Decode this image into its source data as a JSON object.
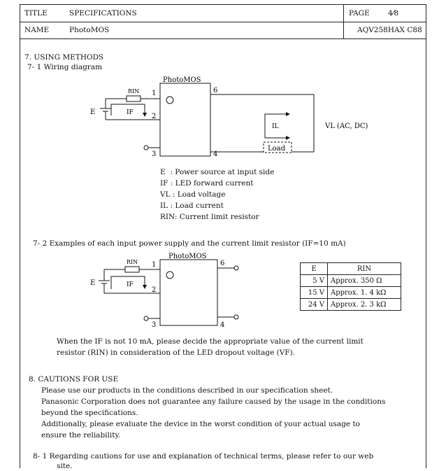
{
  "header": {
    "title_label": "TITLE",
    "title_value": "SPECIFICATIONS",
    "page_label": "PAGE",
    "page_value": "4⁄8",
    "name_label": "NAME",
    "name_value": "PhotoMOS",
    "part_number": "AQV258HAX C88"
  },
  "section7": {
    "heading": "7. USING METHODS",
    "sub1": "7- 1 Wiring diagram",
    "diagram1": {
      "device": "PhotoMOS",
      "rin": "RIN",
      "e": "E",
      "if": "IF",
      "il": "IL",
      "vl": "VL (AC, DC)",
      "load": "Load",
      "pin1": "1",
      "pin2": "2",
      "pin3": "3",
      "pin4": "4",
      "pin6": "6"
    },
    "legend": [
      "E  : Power source at input side",
      "IF : LED forward current",
      "VL : Load voltage",
      "IL : Load current",
      "RIN: Current limit resistor"
    ],
    "sub2": "7- 2 Examples of each input power supply and the current limit resistor (IF=10 mA)",
    "diagram2": {
      "device": "PhotoMOS",
      "rin": "RIN",
      "e": "E",
      "if": "IF",
      "pin1": "1",
      "pin2": "2",
      "pin3": "3",
      "pin4": "4",
      "pin6": "6"
    },
    "table": {
      "headers": [
        "E",
        "RIN"
      ],
      "rows": [
        [
          "5 V",
          "Approx.  350 Ω"
        ],
        [
          "15 V",
          "Approx.  1. 4 kΩ"
        ],
        [
          "24 V",
          "Approx.  2. 3 kΩ"
        ]
      ]
    },
    "note_line1": "When the IF is not 10 mA, please decide the appropriate value of the current limit",
    "note_line2": "resistor (RIN) in consideration of the LED dropout voltage (VF)."
  },
  "section8": {
    "heading": "8. CAUTIONS FOR USE",
    "lines": [
      "Please use our products in the conditions described in our specification sheet.",
      "Panasonic Corporation does not guarantee any failure caused by the usage in the conditions",
      "beyond the specifications.",
      "Additionally, please evaluate the device in the worst condition of your actual usage to",
      "ensure the reliability."
    ],
    "sub1_line1": "8- 1 Regarding cautions for use and explanation of technical terms, please refer to our web",
    "sub1_line2": "site."
  }
}
